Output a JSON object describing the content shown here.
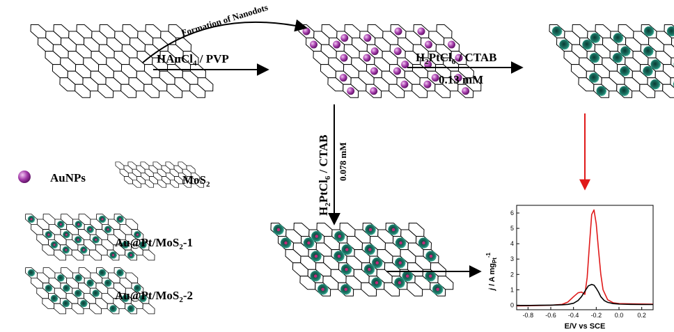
{
  "labels": {
    "formation": "Formation of Nanodots",
    "step1": "HAuCl4 / PVP",
    "step2_reagent": "H2PtCl6 / CTAB",
    "step2_conc": "0.13 mM",
    "step3_reagent": "H2PtCl6 / CTAB",
    "step3_conc": "0.078 mM",
    "legend_au": "AuNPs",
    "legend_mos2": "MoS2",
    "legend_aupt1": "Au@Pt/MoS2-1",
    "legend_aupt2": "Au@Pt/MoS2-2"
  },
  "colors": {
    "au_particle": "#a23aa8",
    "pt_particle": "#1e7a6a",
    "red_arrow": "#e01919",
    "black_arrow": "#000000",
    "curve_red": "#e01919",
    "curve_black": "#000000"
  },
  "chart_data": {
    "type": "line",
    "xlabel": "E/V vs SCE",
    "ylabel": "j / A mg_Pt^-1",
    "xlim": [
      -0.9,
      0.3
    ],
    "ylim": [
      -0.3,
      6.5
    ],
    "xticks": [
      -0.8,
      -0.6,
      -0.4,
      -0.2,
      0.0,
      0.2
    ],
    "xtick_labels": [
      "-0.8",
      "-0.6",
      "-0.4",
      "-0.2",
      "0.0",
      "0.2"
    ],
    "yticks": [
      0,
      1,
      2,
      3,
      4,
      5,
      6
    ],
    "ytick_labels": [
      "0",
      "1",
      "2",
      "3",
      "4",
      "5",
      "6"
    ],
    "series": [
      {
        "color": "#e01919",
        "x": [
          -0.9,
          -0.8,
          -0.7,
          -0.6,
          -0.5,
          -0.45,
          -0.4,
          -0.36,
          -0.33,
          -0.3,
          -0.28,
          -0.26,
          -0.24,
          -0.22,
          -0.2,
          -0.18,
          -0.16,
          -0.14,
          -0.1,
          -0.05,
          0.0,
          0.1,
          0.2,
          0.3
        ],
        "y": [
          -0.05,
          -0.04,
          -0.03,
          -0.01,
          0.05,
          0.2,
          0.55,
          0.8,
          0.85,
          0.7,
          1.8,
          3.9,
          5.9,
          6.2,
          5.3,
          3.6,
          2.0,
          1.0,
          0.35,
          0.15,
          0.1,
          0.08,
          0.07,
          0.06
        ]
      },
      {
        "color": "#000000",
        "x": [
          -0.9,
          -0.8,
          -0.7,
          -0.6,
          -0.5,
          -0.45,
          -0.4,
          -0.36,
          -0.33,
          -0.3,
          -0.27,
          -0.24,
          -0.22,
          -0.2,
          -0.18,
          -0.16,
          -0.13,
          -0.1,
          -0.05,
          0.0,
          0.1,
          0.2,
          0.3
        ],
        "y": [
          -0.02,
          -0.02,
          -0.01,
          0.0,
          0.02,
          0.05,
          0.12,
          0.3,
          0.55,
          0.9,
          1.25,
          1.35,
          1.3,
          1.1,
          0.85,
          0.55,
          0.3,
          0.18,
          0.1,
          0.07,
          0.05,
          0.04,
          0.04
        ]
      }
    ]
  }
}
